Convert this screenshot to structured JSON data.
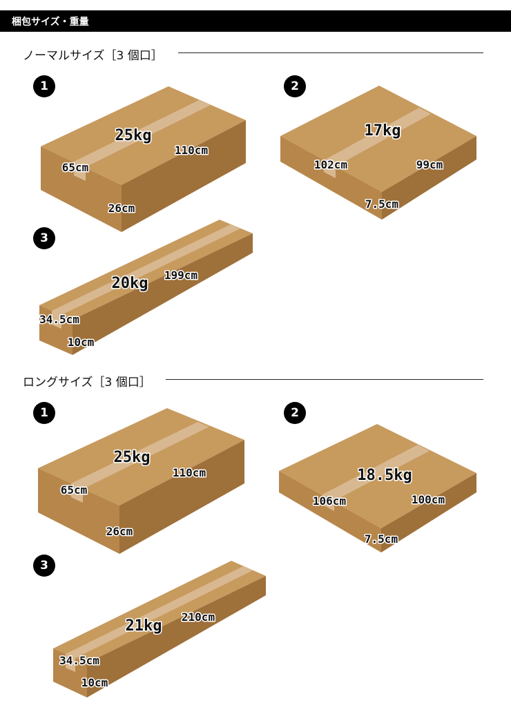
{
  "header": {
    "title": "梱包サイズ・重量"
  },
  "colors": {
    "top": "#C79A5E",
    "left": "#B7864A",
    "right": "#9E703A",
    "tape": "#D8B890"
  },
  "sections": [
    {
      "title": "ノーマルサイズ［3 個口］",
      "items": [
        {
          "number": "1",
          "weight": "25kg",
          "length": "110cm",
          "width": "65cm",
          "height": "26cm"
        },
        {
          "number": "2",
          "weight": "17kg",
          "length": "99cm",
          "width": "102cm",
          "height": "7.5cm"
        },
        {
          "number": "3",
          "weight": "20kg",
          "length": "199cm",
          "width": "34.5cm",
          "height": "10cm"
        }
      ]
    },
    {
      "title": "ロングサイズ［3 個口］",
      "items": [
        {
          "number": "1",
          "weight": "25kg",
          "length": "110cm",
          "width": "65cm",
          "height": "26cm"
        },
        {
          "number": "2",
          "weight": "18.5kg",
          "length": "100cm",
          "width": "106cm",
          "height": "7.5cm"
        },
        {
          "number": "3",
          "weight": "21kg",
          "length": "210cm",
          "width": "34.5cm",
          "height": "10cm"
        }
      ]
    }
  ]
}
